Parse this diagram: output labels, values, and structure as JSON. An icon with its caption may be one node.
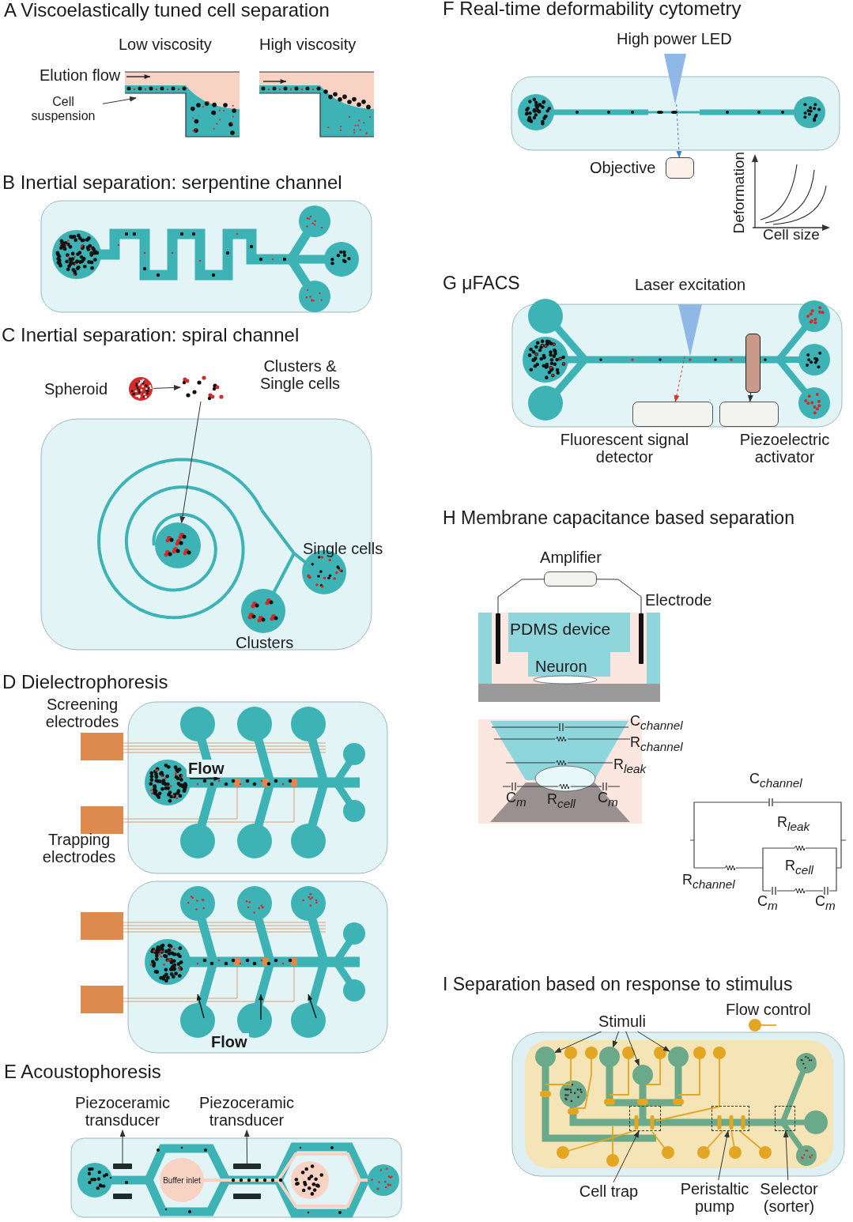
{
  "diagram": {
    "nodes": [
      {
        "text": [
          "Cell suspension"
        ]
      },
      {
        "text": [],
        "shape": "picture",
        "beside": [
          "Spheroid"
        ]
      },
      {
        "text": [],
        "shape": "picture",
        "beside": [
          "Clusters & Single cells"
        ]
      },
      {
        "text": [],
        "shape": "circle"
      },
      {
        "text": [
          "Piezoceramic transducer"
        ]
      },
      {
        "text": [],
        "shape": "bar"
      },
      {
        "text": [
          "Piezoceramic transducer"
        ]
      },
      {
        "text": [],
        "shape": "bar"
      },
      {
        "text": [
          "Buffer inlet"
        ]
      },
      {
        "text": [],
        "shape": "box",
        "beside": [
          "Objective"
        ]
      },
      {
        "text": [
          "Fluorescent signal detector"
        ]
      },
      {
        "text": [
          "Piezoelectric activator"
        ]
      },
      {
        "text": [],
        "shape": "box"
      },
      {
        "text": [
          "Amplifier"
        ]
      },
      {
        "text": [],
        "shape": "bar"
      },
      {
        "text": [],
        "shape": "bar",
        "beside": [
          "Electrode"
        ]
      },
      {
        "text": [
          "Stimuli"
        ]
      },
      {
        "text": [],
        "shape": "circle"
      },
      {
        "text": [],
        "shape": "circle"
      },
      {
        "text": [],
        "shape": "circle"
      },
      {
        "text": [],
        "shape": "circle"
      },
      {
        "text": [],
        "shape": "box"
      },
      {
        "text": [],
        "shape": "box"
      },
      {
        "text": [],
        "shape": "box"
      },
      {
        "text": [
          "Cell trap"
        ]
      },
      {
        "text": [
          "Peristaltic pump"
        ]
      },
      {
        "text": [
          "Selector (sorter)"
        ]
      },
      {
        "text": [],
        "shape": "triangle",
        "beside": [
          "High power LED"
        ]
      },
      {
        "text": [],
        "shape": "triangle",
        "beside": [
          "Laser excitation"
        ]
      }
    ],
    "edges": [
      {
        "from": 0,
        "to": null,
        "arrow": "to"
      },
      {
        "from": 1,
        "to": 2,
        "arrow": "to"
      },
      {
        "from": 2,
        "to": 3,
        "arrow": "to"
      },
      {
        "from": 5,
        "to": 4,
        "arrow": "to"
      },
      {
        "from": 7,
        "to": 6,
        "arrow": "to"
      },
      {
        "from": 27,
        "to": 9,
        "arrow": "to",
        "style": "dashed",
        "color": "#3a7fd0"
      },
      {
        "from": 28,
        "to": 10,
        "arrow": "to",
        "style": "dashed",
        "color": "#e03030"
      },
      {
        "from": 12,
        "to": 11,
        "arrow": "to"
      },
      {
        "from": 13,
        "to": 14,
        "arrow": "none"
      },
      {
        "from": 13,
        "to": 15,
        "arrow": "none"
      },
      {
        "from": 16,
        "to": 17,
        "arrow": "to"
      },
      {
        "from": 16,
        "to": 18,
        "arrow": "to"
      },
      {
        "from": 16,
        "to": 19,
        "arrow": "to"
      },
      {
        "from": 16,
        "to": 20,
        "arrow": "to"
      },
      {
        "from": 24,
        "to": 21,
        "arrow": "to"
      },
      {
        "from": 25,
        "to": 22,
        "arrow": "to"
      },
      {
        "from": 26,
        "to": 23,
        "arrow": "to"
      }
    ],
    "labels": [
      "A Viscoelastically tuned cell separation",
      "Low viscosity",
      "High viscosity",
      "Elution flow",
      "B Inertial separation: serpentine channel",
      "C Inertial separation: spiral channel",
      "Single cells",
      "Clusters",
      "D Dielectrophoresis",
      "Screening electrodes",
      "Flow",
      "Trapping electrodes",
      "Flow",
      "E Acoustophoresis",
      "F Real-time deformability cytometry",
      "Deformation",
      "Cell size",
      "G μFACS",
      "H Membrane capacitance based separation",
      "PDMS device",
      "Neuron",
      "C$_{channel}$",
      "R$_{channel}$",
      "R$_{leak}$",
      "C$_{m}$",
      "R$_{cell}$",
      "C$_{m}$",
      "C$_{channel}$",
      "R$_{leak}$",
      "R$_{cell}$",
      "R$_{channel}$",
      "C$_{m}$",
      "C$_{m}$",
      "I Separation based on response to stimulus"
    ],
    "legend": [
      {
        "text": "Flow control"
      }
    ]
  }
}
